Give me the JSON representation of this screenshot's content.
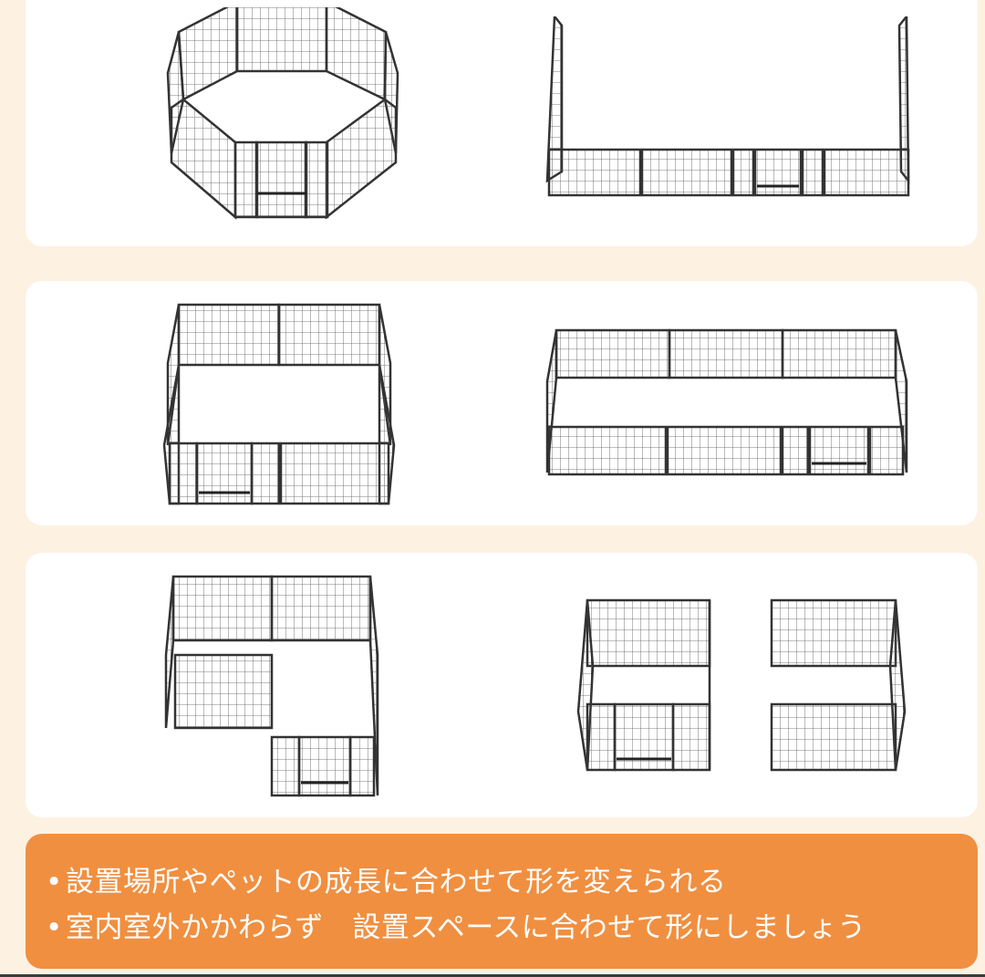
{
  "layouts": [
    {
      "id": "octagon",
      "label": "octagon-pen-layout",
      "panels": 8,
      "has_door": true
    },
    {
      "id": "u-shape",
      "label": "u-shape-pen-layout",
      "panels": 8,
      "has_door": true
    },
    {
      "id": "square",
      "label": "square-pen-layout",
      "panels": 8,
      "has_door": true
    },
    {
      "id": "long-rectangle",
      "label": "rectangle-pen-layout",
      "panels": 8,
      "has_door": true
    },
    {
      "id": "l-shape",
      "label": "l-shape-pen-layout",
      "panels": 8,
      "has_door": true
    },
    {
      "id": "two-boxes",
      "label": "two-small-pens-layout",
      "panels": 8,
      "has_door": true
    }
  ],
  "banner": {
    "bullet": "•",
    "lines": [
      "設置場所やペットの成長に合わせて形を変えられる",
      "室内室外かかわらず　設置スペースに合わせて形にしましょう"
    ]
  },
  "colors": {
    "background": "#fdf1e2",
    "panel": "#ffffff",
    "banner": "#f08f40",
    "banner_text": "#ffffff",
    "fence": "#333333"
  }
}
